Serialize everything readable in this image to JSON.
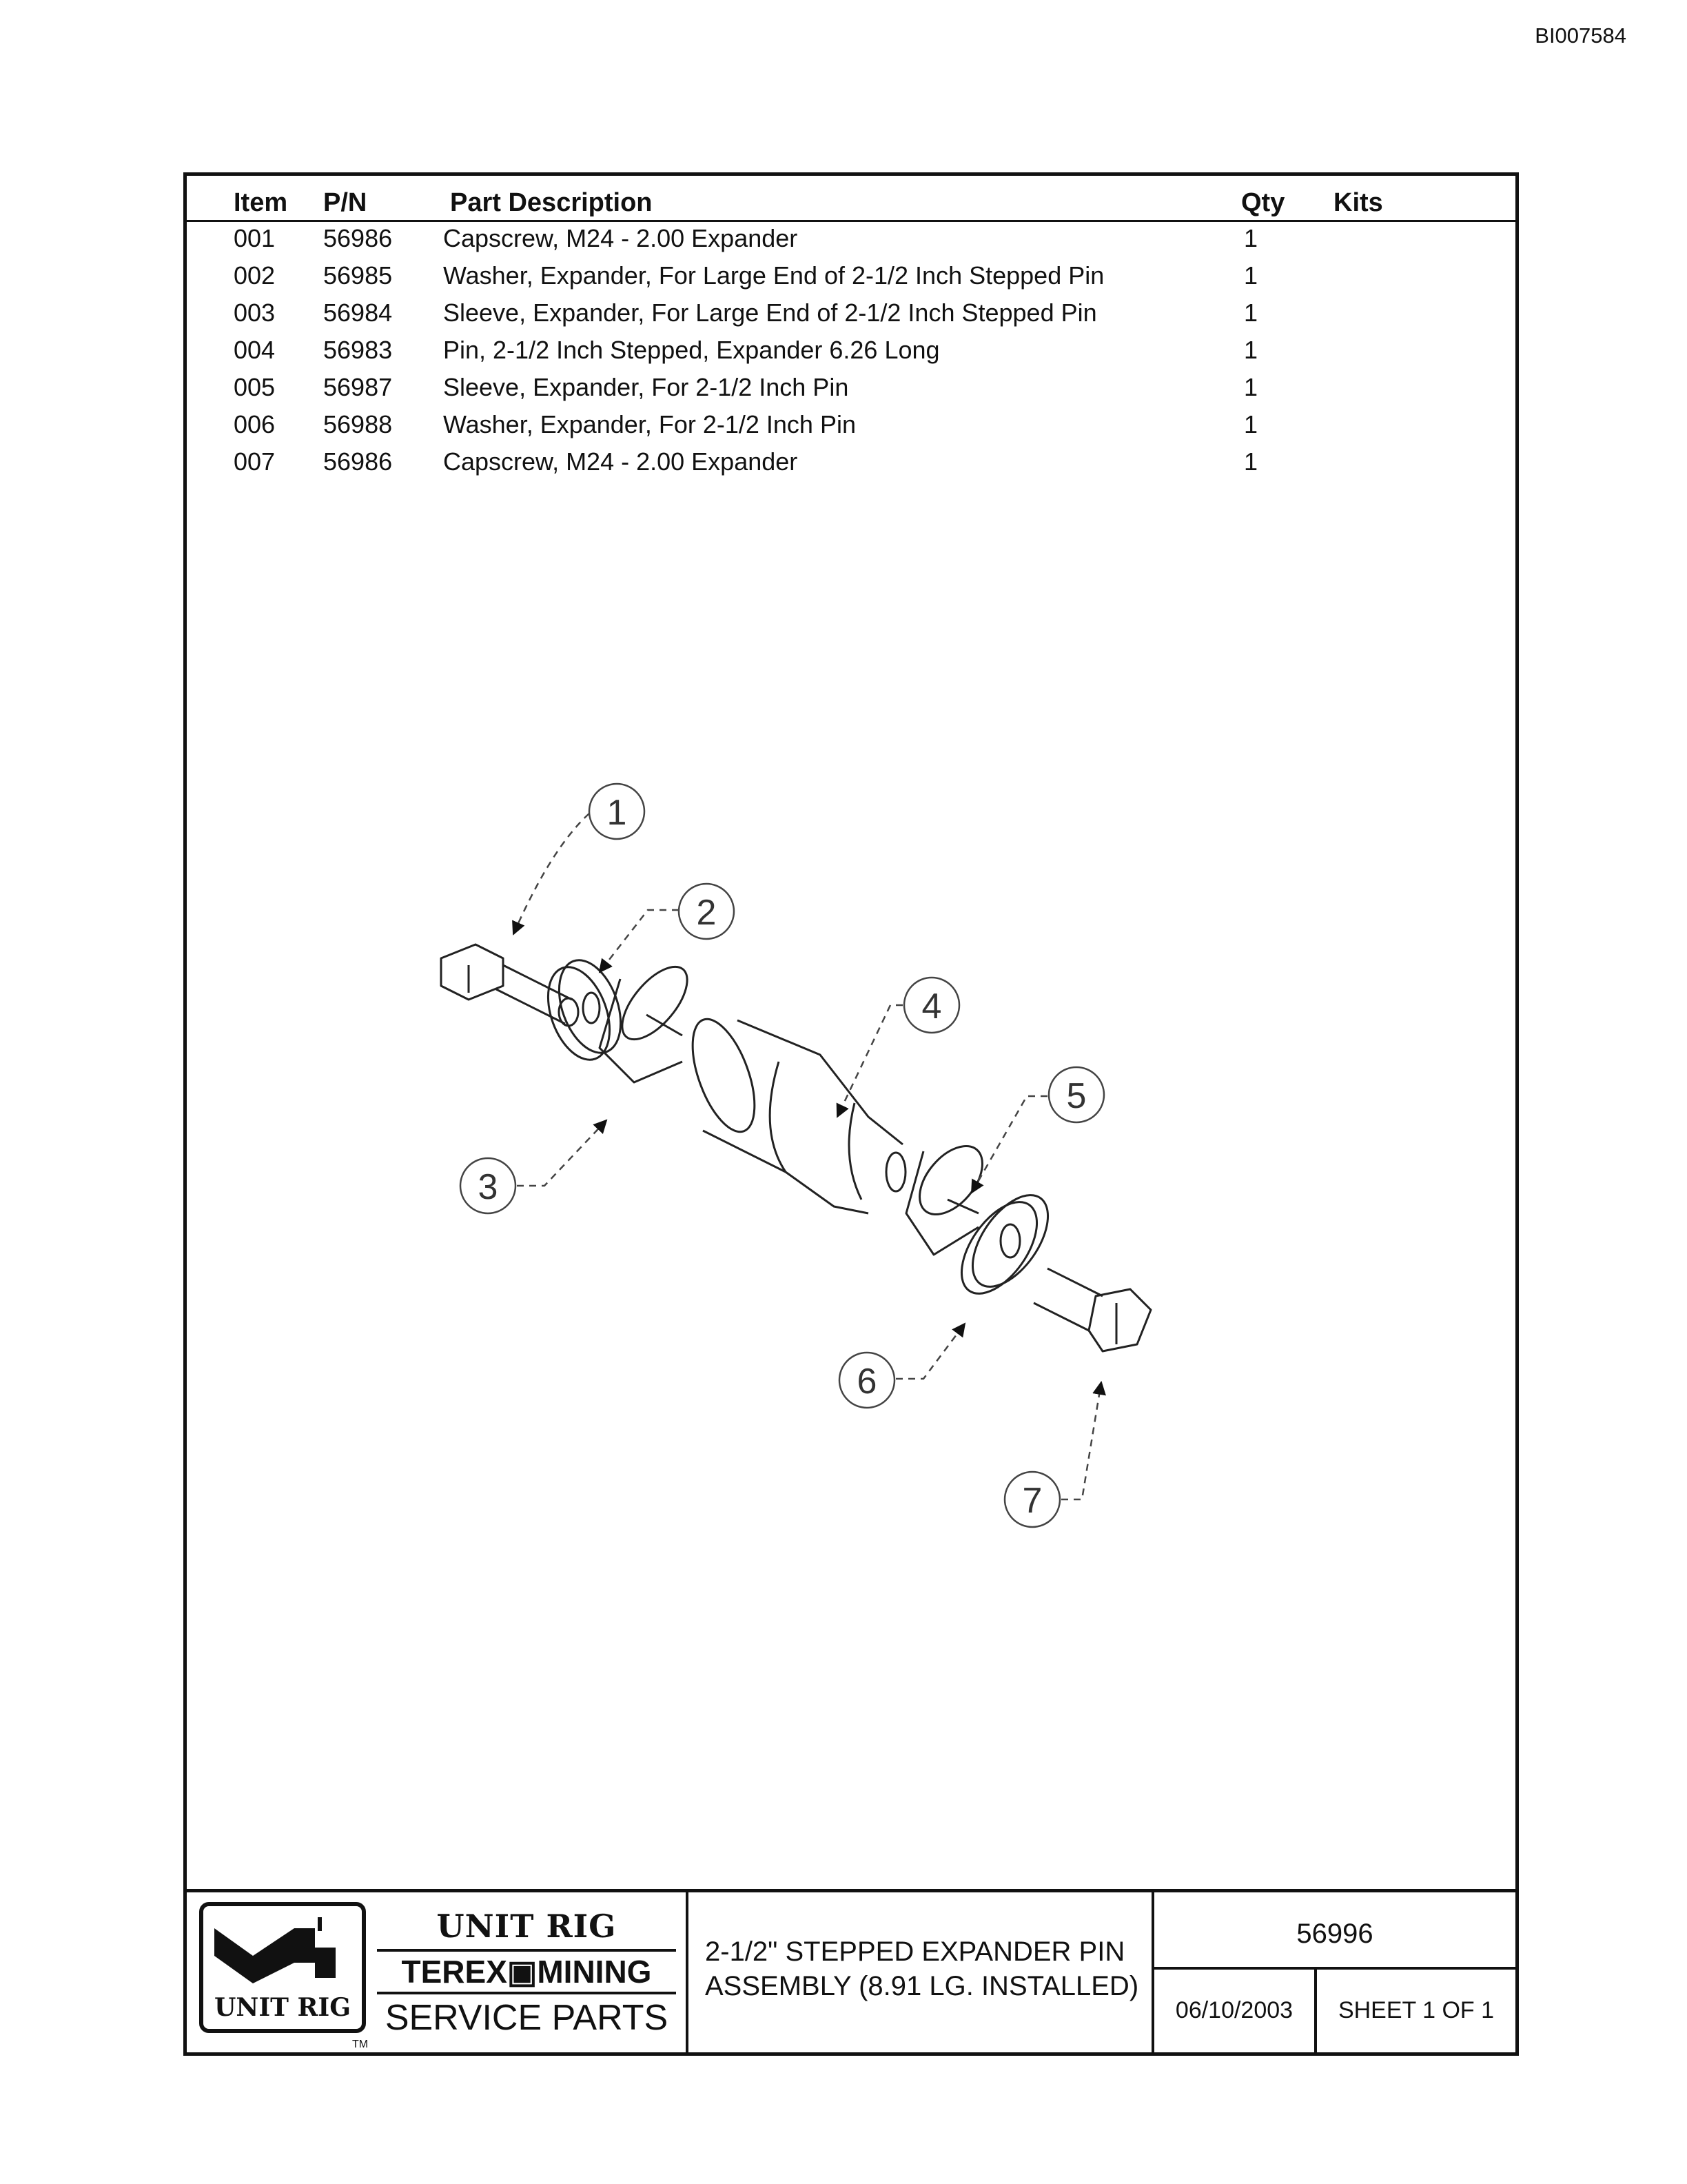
{
  "document_id": "BI007584",
  "columns": {
    "item": "Item",
    "pn": "P/N",
    "description": "Part Description",
    "qty": "Qty",
    "kits": "Kits"
  },
  "parts": [
    {
      "item": "001",
      "pn": "56986",
      "description": "Capscrew, M24 - 2.00 Expander",
      "qty": "1",
      "kits": ""
    },
    {
      "item": "002",
      "pn": "56985",
      "description": "Washer, Expander, For Large End of 2-1/2 Inch Stepped Pin",
      "qty": "1",
      "kits": ""
    },
    {
      "item": "003",
      "pn": "56984",
      "description": "Sleeve, Expander, For Large End of 2-1/2 Inch Stepped Pin",
      "qty": "1",
      "kits": ""
    },
    {
      "item": "004",
      "pn": "56983",
      "description": "Pin, 2-1/2 Inch Stepped, Expander 6.26 Long",
      "qty": "1",
      "kits": ""
    },
    {
      "item": "005",
      "pn": "56987",
      "description": "Sleeve, Expander, For 2-1/2 Inch Pin",
      "qty": "1",
      "kits": ""
    },
    {
      "item": "006",
      "pn": "56988",
      "description": "Washer, Expander, For 2-1/2 Inch Pin",
      "qty": "1",
      "kits": ""
    },
    {
      "item": "007",
      "pn": "56986",
      "description": "Capscrew, M24 - 2.00 Expander",
      "qty": "1",
      "kits": ""
    }
  ],
  "balloons": [
    "1",
    "2",
    "3",
    "4",
    "5",
    "6",
    "7"
  ],
  "title_block": {
    "logo_text": "UNIT RIG",
    "logo_tm": "TM",
    "brand_line1": "UNIT RIG",
    "brand_line2": "TEREX▣MINING",
    "brand_line3": "SERVICE PARTS",
    "title_line1": "2-1/2\" STEPPED EXPANDER PIN",
    "title_line2": "ASSEMBLY (8.91 LG. INSTALLED)",
    "part_number": "56996",
    "date": "06/10/2003",
    "sheet": "SHEET 1 OF 1"
  }
}
